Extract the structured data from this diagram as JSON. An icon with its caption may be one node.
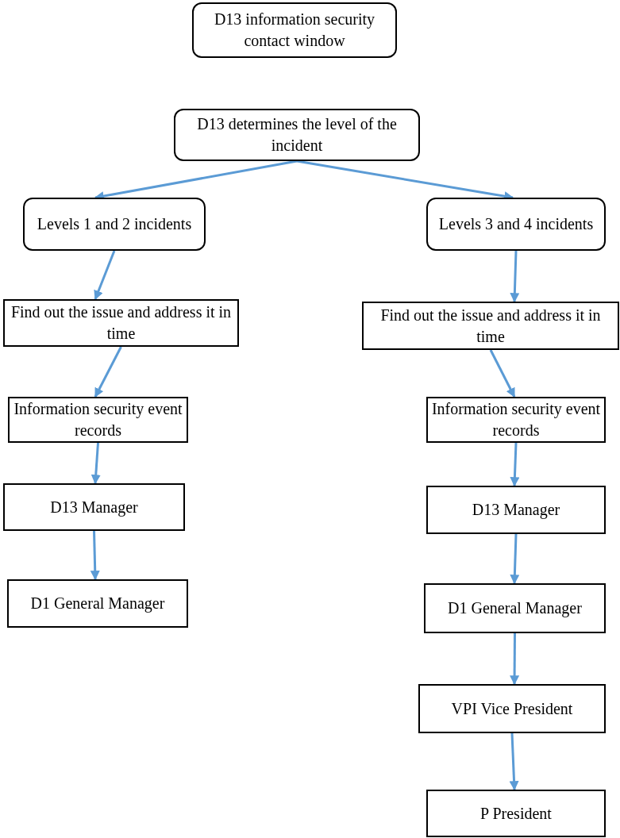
{
  "diagram": {
    "nodes": [
      {
        "text": [
          "D13 information security contact window"
        ]
      },
      {
        "text": [
          "D13 determines the level of the incident"
        ]
      },
      {
        "text": [
          "Levels 1 and 2 incidents"
        ]
      },
      {
        "text": [
          "Levels 3 and 4 incidents"
        ]
      },
      {
        "text": [
          "Find out the issue and address it in time"
        ]
      },
      {
        "text": [
          "Information security event records"
        ]
      },
      {
        "text": [
          "D13 Manager"
        ]
      },
      {
        "text": [
          "D1 General Manager"
        ]
      },
      {
        "text": [
          "Find out the issue and address it in time"
        ]
      },
      {
        "text": [
          "Information security event records"
        ]
      },
      {
        "text": [
          "D13 Manager"
        ]
      },
      {
        "text": [
          "D1 General Manager"
        ]
      },
      {
        "text": [
          "VPI Vice President"
        ]
      },
      {
        "text": [
          "P President"
        ]
      }
    ],
    "edges": [
      {
        "from": 1,
        "to": 2,
        "arrow": "to"
      },
      {
        "from": 1,
        "to": 3,
        "arrow": "to"
      },
      {
        "from": 2,
        "to": 4,
        "arrow": "to"
      },
      {
        "from": 4,
        "to": 5,
        "arrow": "to"
      },
      {
        "from": 5,
        "to": 6,
        "arrow": "to"
      },
      {
        "from": 6,
        "to": 7,
        "arrow": "to"
      },
      {
        "from": 3,
        "to": 8,
        "arrow": "to"
      },
      {
        "from": 8,
        "to": 9,
        "arrow": "to"
      },
      {
        "from": 9,
        "to": 10,
        "arrow": "to"
      },
      {
        "from": 10,
        "to": 11,
        "arrow": "to"
      },
      {
        "from": 11,
        "to": 12,
        "arrow": "to"
      },
      {
        "from": 12,
        "to": 13,
        "arrow": "to"
      }
    ]
  }
}
